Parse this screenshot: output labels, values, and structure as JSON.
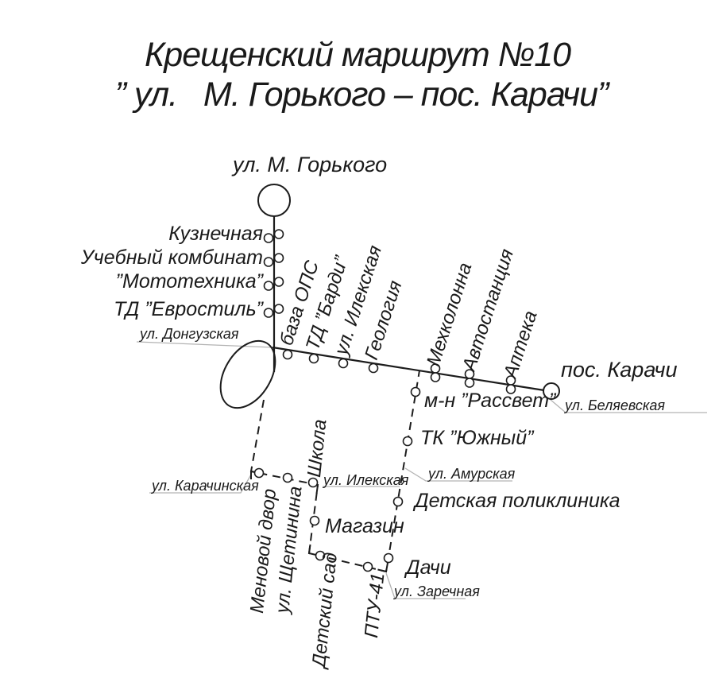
{
  "title": {
    "line1": "Крещенский маршрут №10",
    "line2": "” ул.   М. Горького – пос. Карачи”"
  },
  "terminals": {
    "start": "ул. М. Горького",
    "end": "пос. Карачи"
  },
  "stops": {
    "vertical": [
      "Кузнечная",
      "Учебный комбинат",
      "”Мототехника”",
      "ТД ”Евростиль”"
    ],
    "slanted": [
      "база ОПС",
      "ТД ”Барди”",
      "ул. Илекская",
      "Геология",
      "Мехколонна",
      "Автостанция",
      "Аптека"
    ],
    "branch": {
      "rassvet": "м-н ”Рассвет”",
      "yuzhny": "ТК ”Южный”",
      "polyclinic": "Детская поликлиника",
      "dachi": "Дачи",
      "ptu41": "ПТУ-41",
      "detsky_sad": "Детский сад",
      "magazin": "Магазин",
      "shkola": "Школа",
      "schetinina": "ул. Щетинина",
      "menovoy_dvor": "Меновой двор"
    }
  },
  "streets": {
    "dongguzskaya": "ул. Донгузская",
    "karachinskaya": "ул. Карачинская",
    "ilekskaya": "ул. Илекская",
    "amurskaya": "ул. Амурская",
    "belyaevskaya": "ул. Беляевская",
    "zarechnaya": "ул. Заречная"
  },
  "colors": {
    "line": "#1c1c1c",
    "leader": "#b3b3b3",
    "background": "#ffffff"
  }
}
